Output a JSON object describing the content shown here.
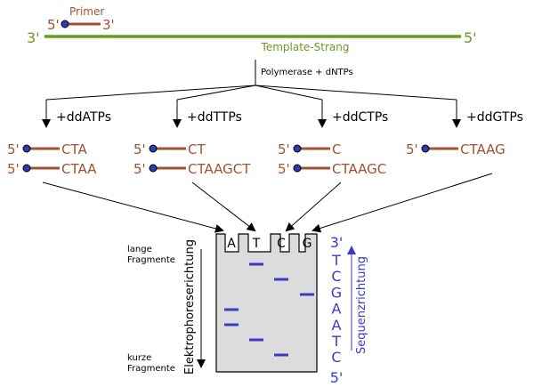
{
  "colors": {
    "primer": "#a0522d",
    "template": "#6a9a1f",
    "text": "#000000",
    "sequence": "#3a3ac8",
    "dot": "#2b3bb0",
    "gel": "#dcdcdc"
  },
  "primer": {
    "label": "Primer",
    "end5": "5'",
    "end3": "3'"
  },
  "template": {
    "label": "Template-Strang",
    "end3": "3'",
    "end5": "5'"
  },
  "reaction_label": "Polymerase + dNTPs",
  "reactions": [
    {
      "label": "+ddATPs",
      "fragments": [
        {
          "end": "5'",
          "seq": "CTA"
        },
        {
          "end": "5'",
          "seq": "CTAA"
        }
      ]
    },
    {
      "label": "+ddTTPs",
      "fragments": [
        {
          "end": "5'",
          "seq": "CT"
        },
        {
          "end": "5'",
          "seq": "CTAAGCT"
        }
      ]
    },
    {
      "label": "+ddCTPs",
      "fragments": [
        {
          "end": "5'",
          "seq": "C"
        },
        {
          "end": "5'",
          "seq": "CTAAGC"
        }
      ]
    },
    {
      "label": "+ddGTPs",
      "fragments": [
        {
          "end": "5'",
          "seq": "CTAAG"
        }
      ]
    }
  ],
  "gel": {
    "lanes": [
      "A",
      "T",
      "C",
      "G"
    ],
    "bands": [
      {
        "lane": 1,
        "rank": 1
      },
      {
        "lane": 2,
        "rank": 2
      },
      {
        "lane": 3,
        "rank": 3
      },
      {
        "lane": 0,
        "rank": 4
      },
      {
        "lane": 0,
        "rank": 5
      },
      {
        "lane": 1,
        "rank": 6
      },
      {
        "lane": 2,
        "rank": 7
      }
    ],
    "long_label": [
      "lange",
      "Fragmente"
    ],
    "short_label": [
      "kurze",
      "Fragmente"
    ],
    "electrophoresis_label": "Elektrophoreserichtung",
    "sequence_direction_label": "Sequenzrichtung",
    "sequence_top": "3'",
    "sequence_letters": [
      "T",
      "C",
      "G",
      "A",
      "A",
      "T",
      "C"
    ],
    "sequence_bottom": "5'"
  }
}
